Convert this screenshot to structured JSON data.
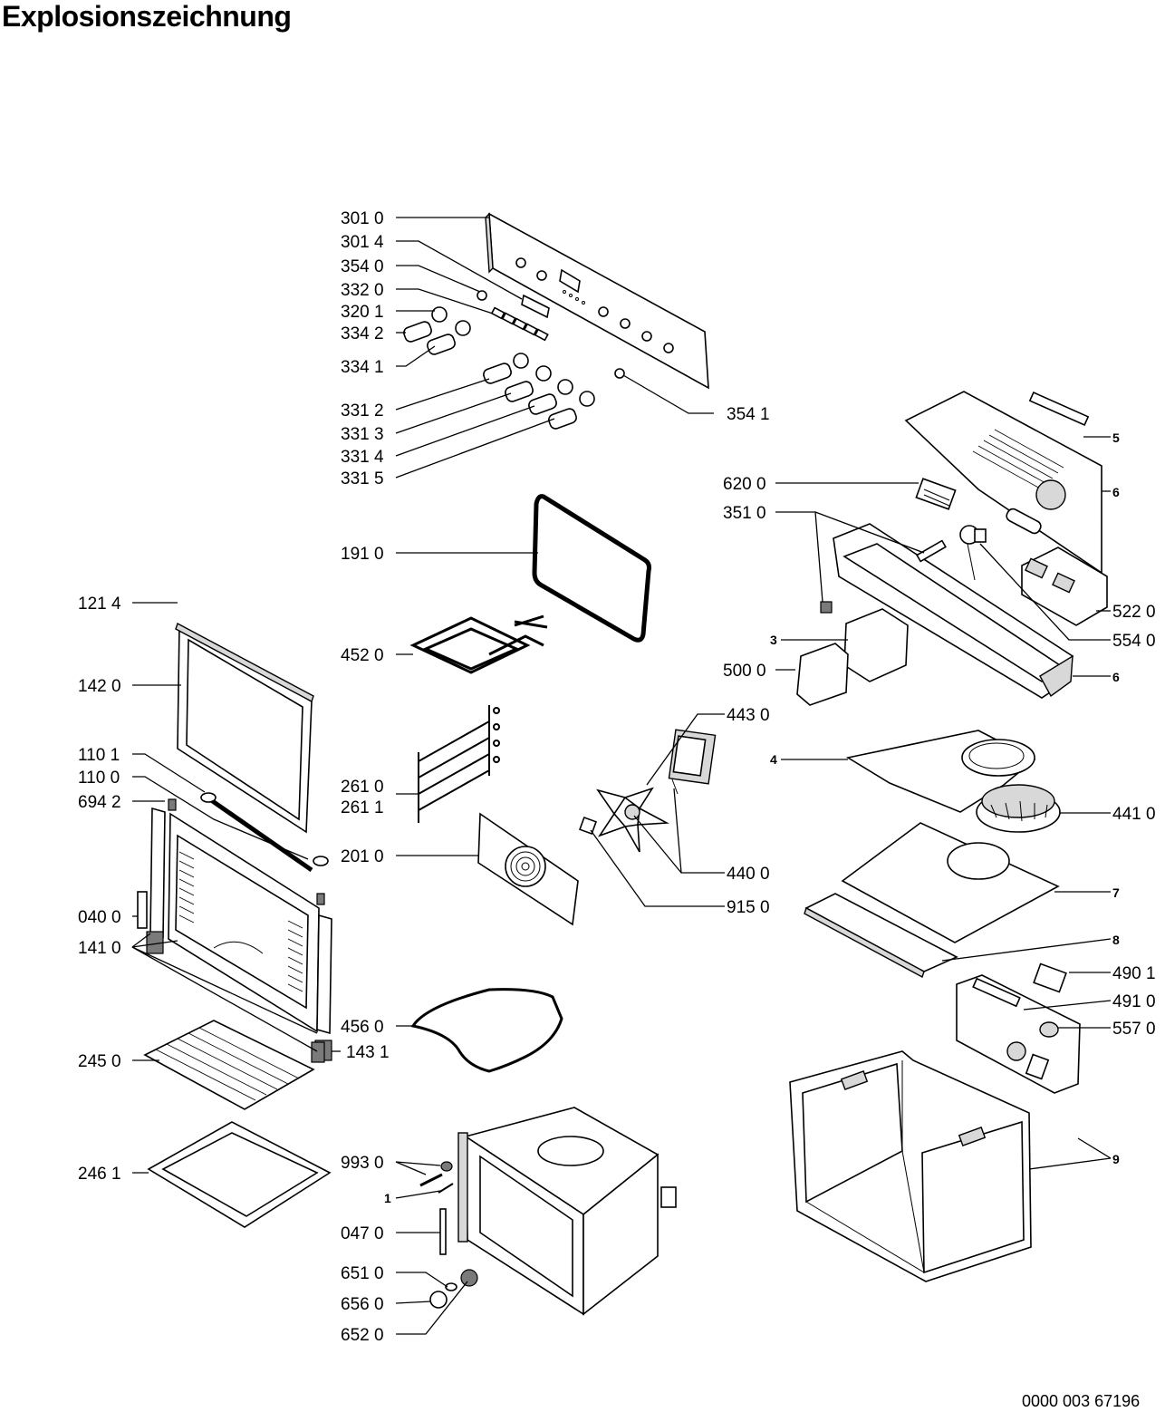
{
  "title": "Explosionszeichnung",
  "document_number": "0000 003 67196",
  "callouts": [
    {
      "id": "c-301-0",
      "label": "301 0"
    },
    {
      "id": "c-301-4",
      "label": "301 4"
    },
    {
      "id": "c-354-0",
      "label": "354 0"
    },
    {
      "id": "c-332-0",
      "label": "332 0"
    },
    {
      "id": "c-320-1",
      "label": "320 1"
    },
    {
      "id": "c-334-2",
      "label": "334 2"
    },
    {
      "id": "c-334-1",
      "label": "334 1"
    },
    {
      "id": "c-331-2",
      "label": "331 2"
    },
    {
      "id": "c-331-3",
      "label": "331 3"
    },
    {
      "id": "c-331-4",
      "label": "331 4"
    },
    {
      "id": "c-331-5",
      "label": "331 5"
    },
    {
      "id": "c-354-1",
      "label": "354 1"
    },
    {
      "id": "c-191-0",
      "label": "191 0"
    },
    {
      "id": "c-121-4",
      "label": "121 4"
    },
    {
      "id": "c-142-0",
      "label": "142 0"
    },
    {
      "id": "c-452-0",
      "label": "452 0"
    },
    {
      "id": "c-110-1",
      "label": "110 1"
    },
    {
      "id": "c-110-0",
      "label": "110 0"
    },
    {
      "id": "c-694-2",
      "label": "694 2"
    },
    {
      "id": "c-261-0",
      "label": "261 0"
    },
    {
      "id": "c-261-1",
      "label": "261 1"
    },
    {
      "id": "c-201-0",
      "label": "201 0"
    },
    {
      "id": "c-040-0",
      "label": "040 0"
    },
    {
      "id": "c-141-0",
      "label": "141 0"
    },
    {
      "id": "c-456-0",
      "label": "456 0"
    },
    {
      "id": "c-143-1",
      "label": "143 1"
    },
    {
      "id": "c-245-0",
      "label": "245 0"
    },
    {
      "id": "c-246-1",
      "label": "246 1"
    },
    {
      "id": "c-993-0",
      "label": "993 0"
    },
    {
      "id": "c-1",
      "label": "1"
    },
    {
      "id": "c-047-0",
      "label": "047 0"
    },
    {
      "id": "c-651-0",
      "label": "651 0"
    },
    {
      "id": "c-656-0",
      "label": "656 0"
    },
    {
      "id": "c-652-0",
      "label": "652 0"
    },
    {
      "id": "c-5",
      "label": "5"
    },
    {
      "id": "c-6a",
      "label": "6"
    },
    {
      "id": "c-620-0",
      "label": "620 0"
    },
    {
      "id": "c-351-0",
      "label": "351 0"
    },
    {
      "id": "c-522-0",
      "label": "522 0"
    },
    {
      "id": "c-554-0",
      "label": "554 0"
    },
    {
      "id": "c-3",
      "label": "3"
    },
    {
      "id": "c-500-0",
      "label": "500 0"
    },
    {
      "id": "c-6b",
      "label": "6"
    },
    {
      "id": "c-443-0",
      "label": "443 0"
    },
    {
      "id": "c-4",
      "label": "4"
    },
    {
      "id": "c-441-0",
      "label": "441 0"
    },
    {
      "id": "c-440-0",
      "label": "440 0"
    },
    {
      "id": "c-915-0",
      "label": "915 0"
    },
    {
      "id": "c-7",
      "label": "7"
    },
    {
      "id": "c-8",
      "label": "8"
    },
    {
      "id": "c-490-1",
      "label": "490 1"
    },
    {
      "id": "c-491-0",
      "label": "491 0"
    },
    {
      "id": "c-557-0",
      "label": "557 0"
    },
    {
      "id": "c-9",
      "label": "9"
    }
  ]
}
